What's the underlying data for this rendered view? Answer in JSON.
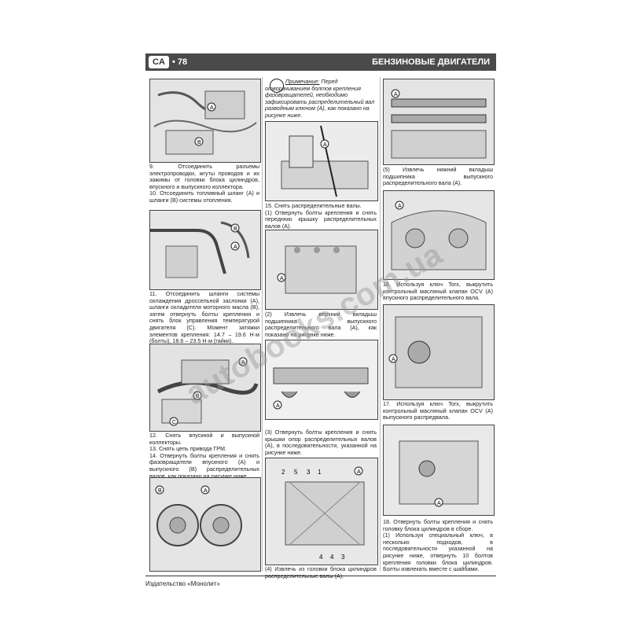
{
  "header": {
    "badge": "CA",
    "page_number": "• 78",
    "section": "БЕНЗИНОВЫЕ ДВИГАТЕЛИ"
  },
  "col1": {
    "step9": "9. Отсоединить разъемы электропроводки, жгуты проводов и их зажимы от головки блока цилиндров, впускного и выпускного коллектора.",
    "step10": "10. Отсоединить топливный шланг (A) и шланги (B) системы отопления.",
    "step11": "11. Отсоединить шланги системы охлаждения дроссельной заслонки (A), шланги охладителя моторного масла (B), затем отвернуть болты крепления и снять блок управления температурой двигателя (C). Момент затяжки элементов крепления: 14.7 – 19.6 Н·м (болты), 18.6 – 23.5 Н·м (гайки).",
    "step12": "12. Снять впускной и выпускной коллекторы.",
    "step13": "13. Снять цепь привода ГРМ.",
    "step14": "14. Отвернуть болты крепления и снять фазовращатели впускного (A) и выпускного (B) распределительных валов, как показано на рисунке ниже."
  },
  "col2": {
    "note_title": "Примечание:",
    "note_text": "Перед отворачиванием болтов крепления фазовращателей, необходимо зафиксировать распределительный вал разводным ключом (A), как показано на рисунке ниже.",
    "step15": "15. Снять распределительные валы.",
    "step15_1": "(1) Отвернуть болты крепления и снять переднюю крышку распределительных валов (A).",
    "step15_2": "(2) Извлечь верхний вкладыш подшипника выпускного распределительного вала (A), как показано на рисунке ниже.",
    "step15_3": "(3) Отвернуть болты крепления и снять крышки опор распределительных валов (A), в последовательности, указанной на рисунке ниже.",
    "step15_4": "(4) Извлечь из головки блока цилиндров распределительные валы (A)."
  },
  "col3": {
    "step15_5": "(5) Извлечь нижний вкладыш подшипника выпускного распределительного вала (A).",
    "step16": "16. Используя ключ Torx, выкрутить контрольный масляный клапан OCV (A) впускного распределительного вала.",
    "step17": "17. Используя ключ Torx, выкрутить контрольный масляный клапан OCV (A) выпускного распредвала.",
    "step18": "18. Отвернуть болты крепления и снять головку блока цилиндров в сборе.",
    "step18_1": "(1) Используя специальный ключ, в несколько подходов, в последовательности указанной на рисунке ниже, отвернуть 10 болтов крепления головки блока цилиндров. Болты извлекать вместе с шайбами."
  },
  "figure_labels": {
    "A": "A",
    "B": "B",
    "C": "C",
    "n1": "1",
    "n2": "2",
    "n3": "3",
    "n4": "4",
    "n5": "5"
  },
  "watermark": "autobooks.com.ua",
  "footer": "Издательство «Монолит»"
}
